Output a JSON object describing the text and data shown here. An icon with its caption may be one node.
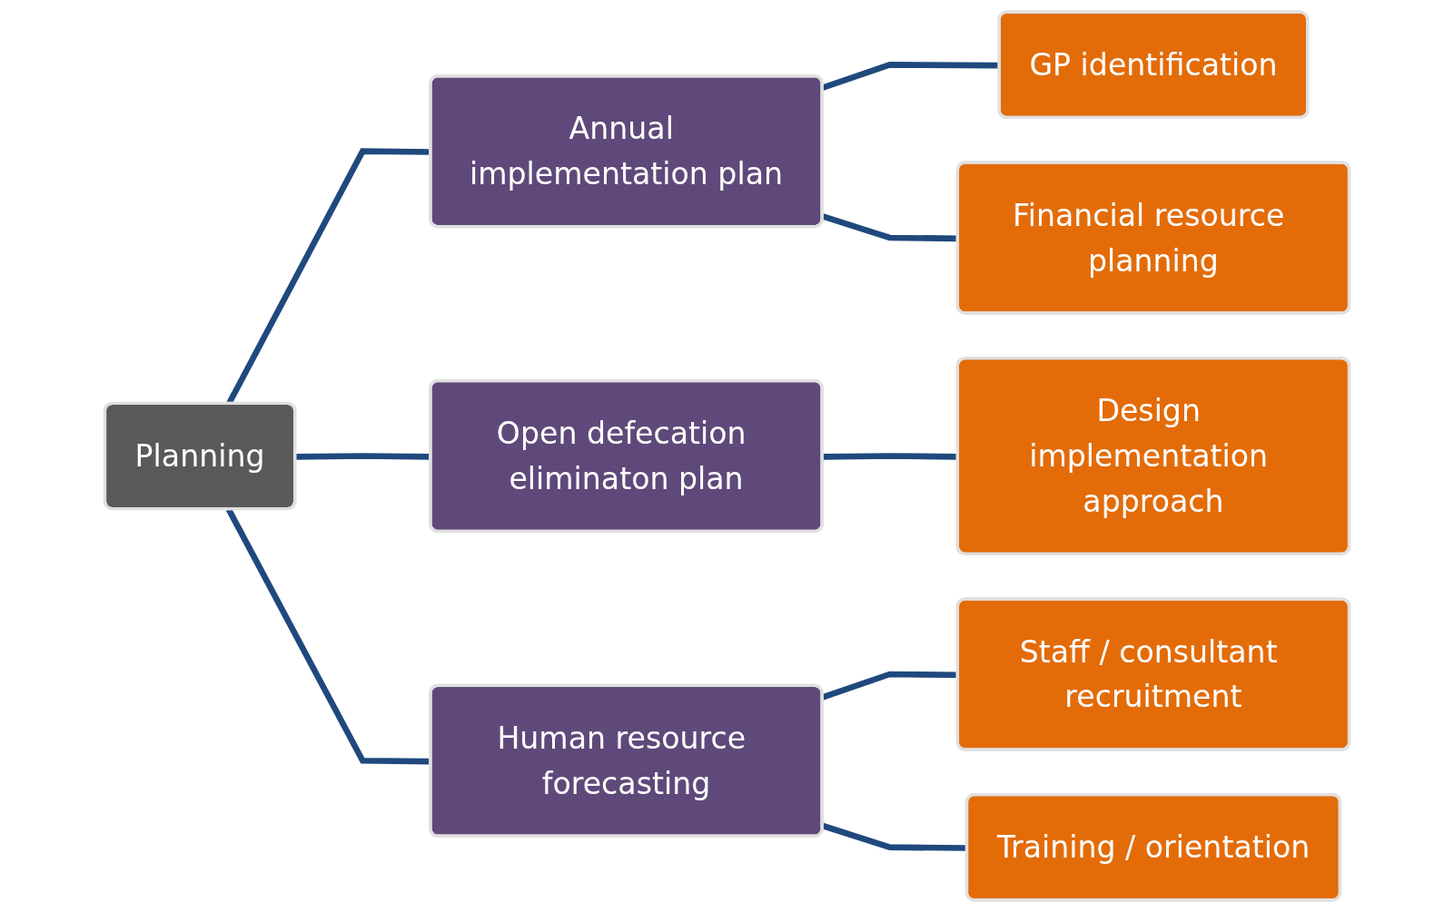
{
  "diagram": {
    "nodes": [
      {
        "text": [
          "Planning"
        ]
      },
      {
        "text": [
          "Annual implementation plan"
        ]
      },
      {
        "text": [
          "Open defecation eliminaton plan"
        ]
      },
      {
        "text": [
          "Human resource forecasting"
        ]
      },
      {
        "text": [
          "GP identification"
        ]
      },
      {
        "text": [
          "Financial resource planning"
        ]
      },
      {
        "text": [
          "Design implementation approach"
        ]
      },
      {
        "text": [
          "Staff / consultant recruitment"
        ]
      },
      {
        "text": [
          "Training / orientation"
        ]
      }
    ],
    "edges": [
      {
        "from": 0,
        "to": 1,
        "arrow": "none"
      },
      {
        "from": 0,
        "to": 2,
        "arrow": "none"
      },
      {
        "from": 0,
        "to": 3,
        "arrow": "none"
      },
      {
        "from": 1,
        "to": 4,
        "arrow": "none"
      },
      {
        "from": 1,
        "to": 5,
        "arrow": "none"
      },
      {
        "from": 2,
        "to": 6,
        "arrow": "none"
      },
      {
        "from": 3,
        "to": 7,
        "arrow": "none"
      },
      {
        "from": 3,
        "to": 8,
        "arrow": "none"
      }
    ]
  }
}
